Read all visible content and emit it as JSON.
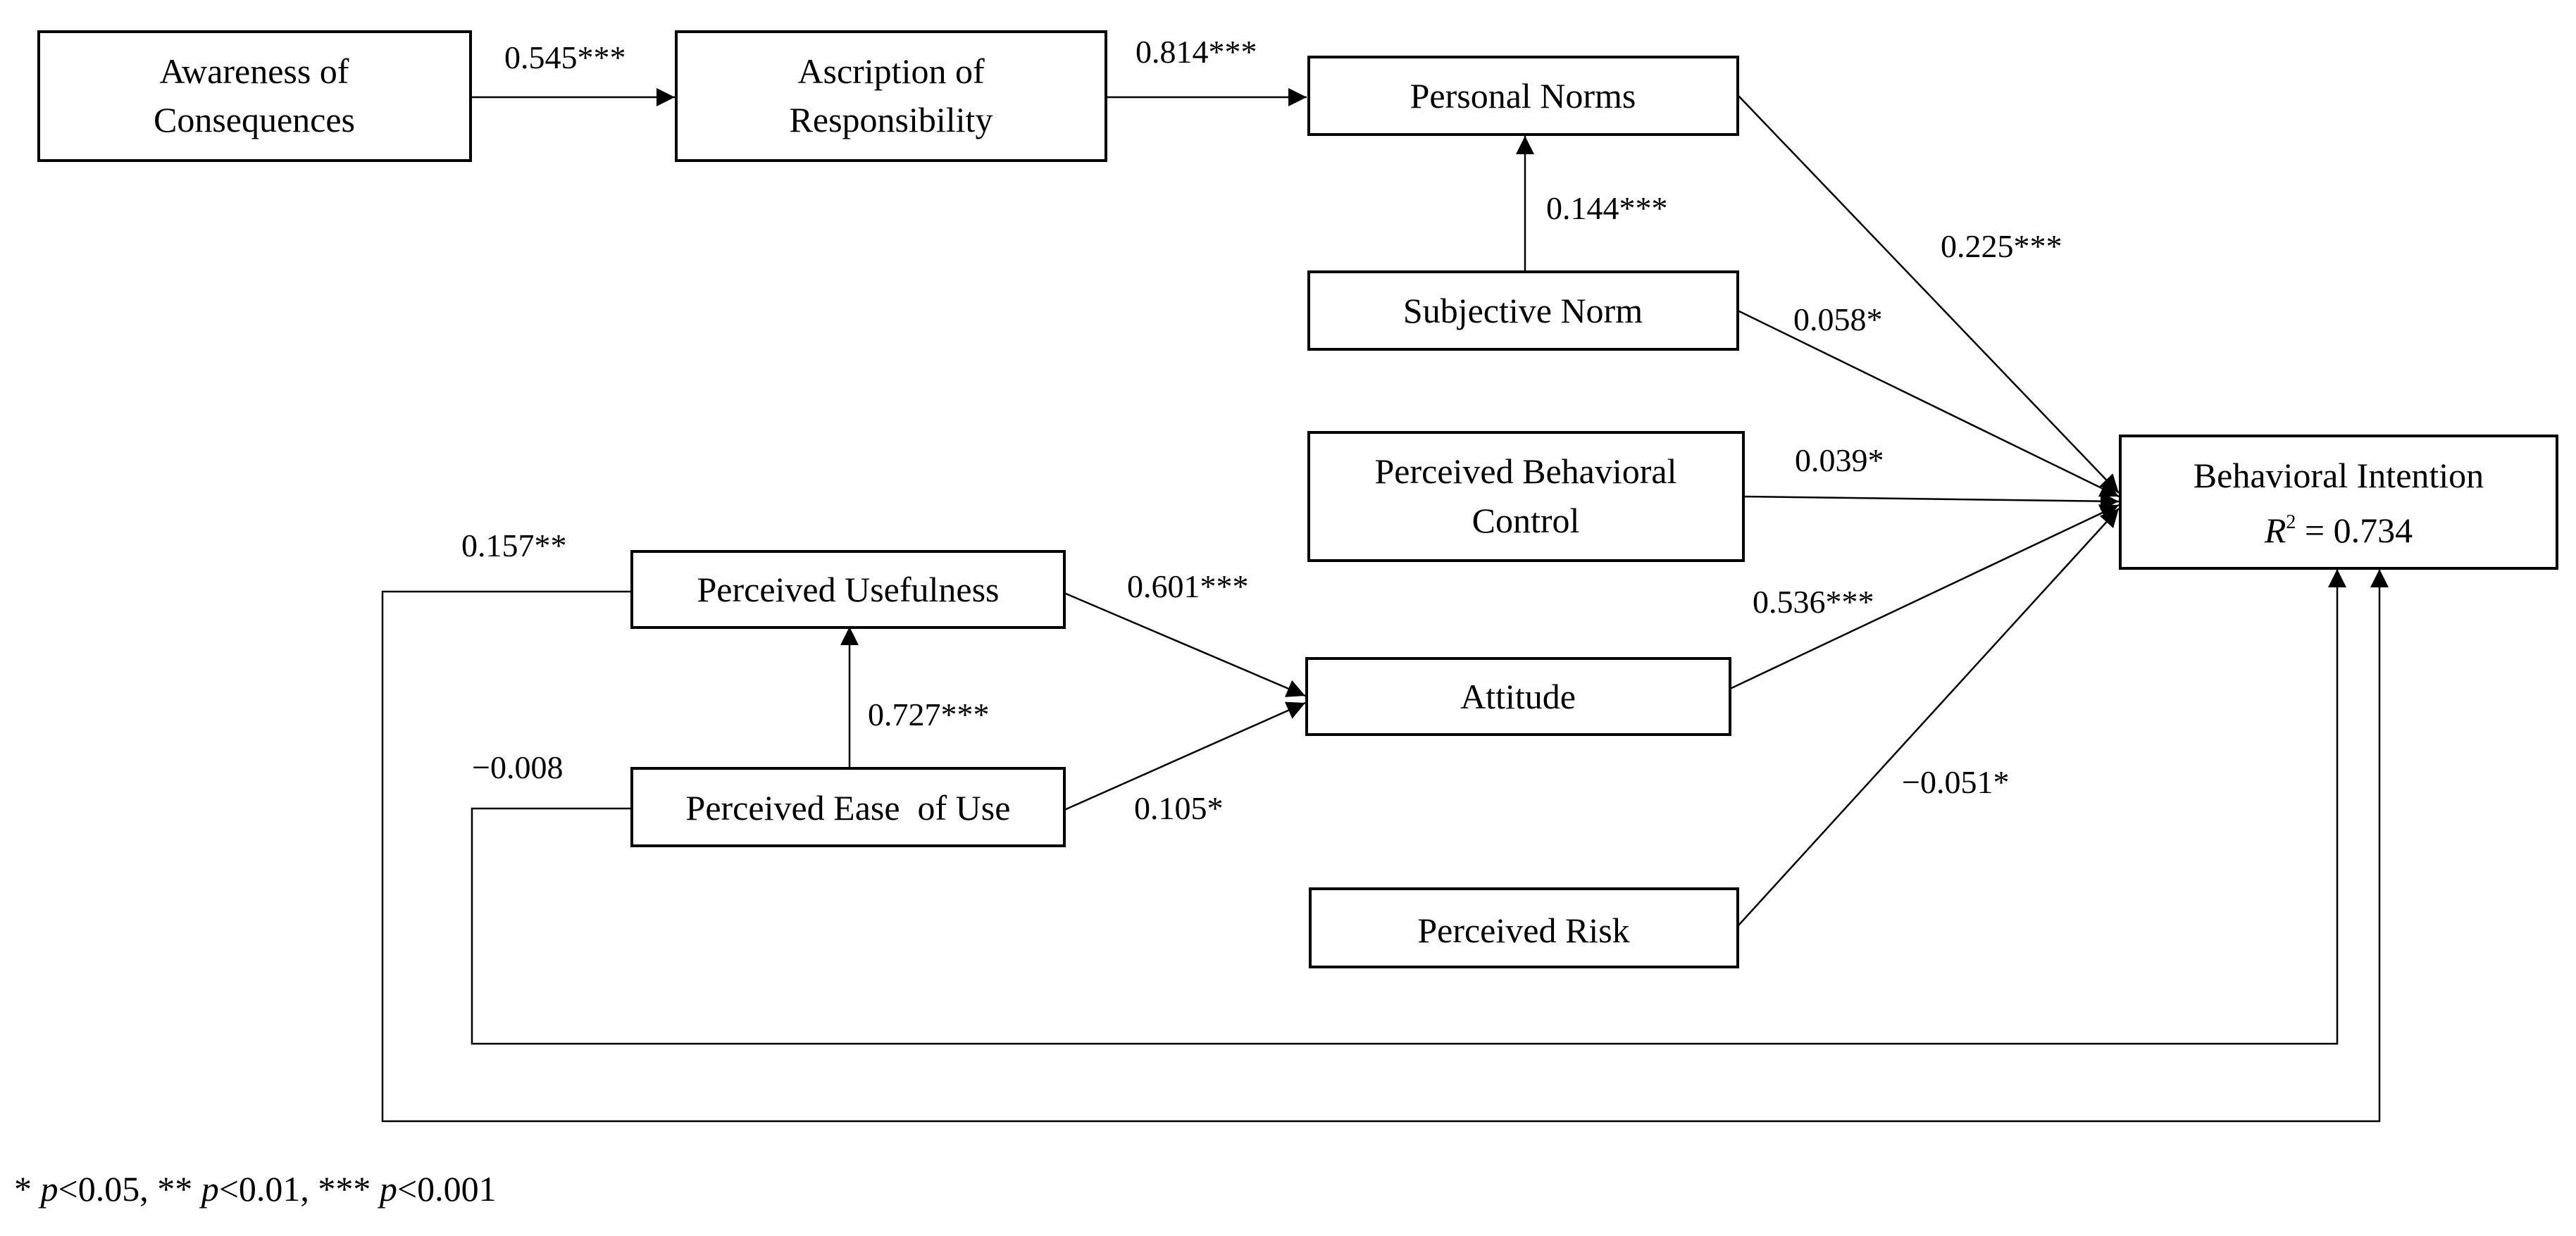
{
  "nodes": {
    "awareness": [
      "Awareness of",
      "Consequences"
    ],
    "ascription": [
      "Ascription of",
      "Responsibility"
    ],
    "personal_norms": [
      "Personal Norms"
    ],
    "subjective_norm": [
      "Subjective Norm"
    ],
    "pbc": [
      "Perceived Behavioral",
      "Control"
    ],
    "usefulness": [
      "Perceived Usefulness"
    ],
    "ease": [
      "Perceived Ease  of Use"
    ],
    "attitude": [
      "Attitude"
    ],
    "risk": [
      "Perceived Risk"
    ],
    "intention": {
      "title": "Behavioral Intention",
      "r2_symbol": "R",
      "r2_superscript": "2",
      "r2_value": " = 0.734"
    }
  },
  "coefficients": {
    "aw_asc": "0.545***",
    "asc_pn": "0.814***",
    "sn_pn": "0.144***",
    "pn_bi": "0.225***",
    "sn_bi": "0.058*",
    "pbc_bi": "0.039*",
    "att_bi": "0.536***",
    "risk_bi": "−0.051*",
    "pu_att": "0.601***",
    "peou_pu": "0.727***",
    "peou_att": "0.105*",
    "pu_bi": "0.157**",
    "peou_bi": "−0.008"
  },
  "footnote": {
    "p1_stars": "* ",
    "p1_p": "p",
    "p1_rest": "<0.05, ",
    "p2_stars": "** ",
    "p2_p": "p",
    "p2_rest": "<0.01, ",
    "p3_stars": "*** ",
    "p3_p": "p",
    "p3_rest": "<0.001"
  }
}
